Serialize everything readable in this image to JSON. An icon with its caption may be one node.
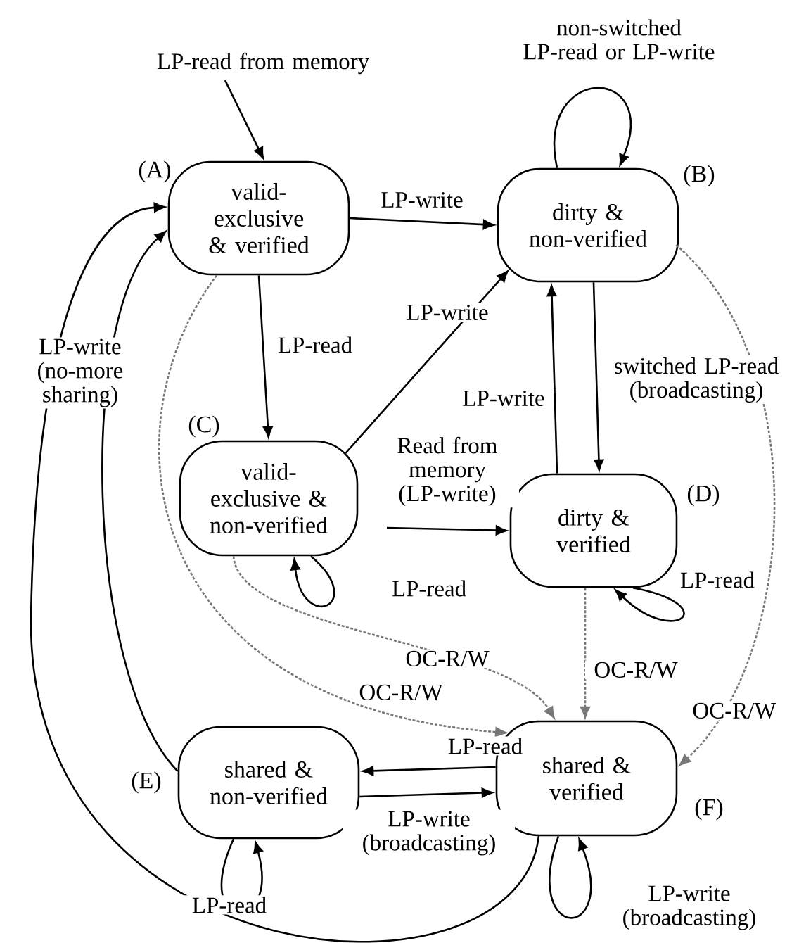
{
  "diagram": {
    "nodes": [
      {
        "text": [
          "valid-exclusive & verified"
        ],
        "beside": [
          "(A)"
        ]
      },
      {
        "text": [
          "dirty & non-verified"
        ],
        "beside": [
          "(B)"
        ]
      },
      {
        "text": [
          "valid-exclusive & non-verified"
        ],
        "beside": [
          "(C)"
        ]
      },
      {
        "text": [
          "dirty & verified"
        ],
        "beside": [
          "(D)"
        ]
      },
      {
        "text": [
          "shared & non-verified"
        ],
        "beside": [
          "(E)"
        ]
      },
      {
        "text": [
          "shared & verified"
        ],
        "beside": [
          "(F)"
        ]
      }
    ],
    "edges": [
      {
        "from": null,
        "to": 0,
        "arrow": "to",
        "label": "LP-read from memory"
      },
      {
        "from": 0,
        "to": 1,
        "arrow": "to",
        "label": "LP-write"
      },
      {
        "from": 1,
        "to": 1,
        "arrow": "to",
        "label": "non-switched LP-read or LP-write"
      },
      {
        "from": 0,
        "to": 2,
        "arrow": "to",
        "label": "LP-read"
      },
      {
        "from": 2,
        "to": 1,
        "arrow": "to",
        "label": "LP-write"
      },
      {
        "from": 3,
        "to": 1,
        "arrow": "to",
        "label": "LP-write"
      },
      {
        "from": 1,
        "to": 3,
        "arrow": "to",
        "label": "switched LP-read (broadcasting)"
      },
      {
        "from": null,
        "to": 3,
        "arrow": "to",
        "label": "Read from memory (LP-write)"
      },
      {
        "from": 2,
        "to": 2,
        "arrow": "to",
        "label": "LP-read"
      },
      {
        "from": 3,
        "to": 3,
        "arrow": "to",
        "label": "LP-read"
      },
      {
        "from": 0,
        "to": 5,
        "arrow": "to",
        "label": "OC-R/W",
        "style": "dashed",
        "color": "#777777"
      },
      {
        "from": 2,
        "to": 5,
        "arrow": "to",
        "label": "OC-R/W",
        "style": "dashed",
        "color": "#777777"
      },
      {
        "from": 3,
        "to": 5,
        "arrow": "to",
        "label": "OC-R/W",
        "style": "dashed",
        "color": "#777777"
      },
      {
        "from": 1,
        "to": 5,
        "arrow": "to",
        "label": "OC-R/W",
        "style": "dashed",
        "color": "#777777"
      },
      {
        "from": 5,
        "to": 4,
        "arrow": "to",
        "label": "LP-read"
      },
      {
        "from": 4,
        "to": 5,
        "arrow": "to",
        "label": "LP-write (broadcasting)"
      },
      {
        "from": 4,
        "to": 4,
        "arrow": "to",
        "label": "LP-read"
      },
      {
        "from": 5,
        "to": 5,
        "arrow": "to",
        "label": "LP-write (broadcasting)"
      },
      {
        "from": 4,
        "to": 0,
        "arrow": "to"
      },
      {
        "from": 5,
        "to": 0,
        "arrow": "to",
        "label": "LP-write (no-more sharing)"
      }
    ]
  }
}
